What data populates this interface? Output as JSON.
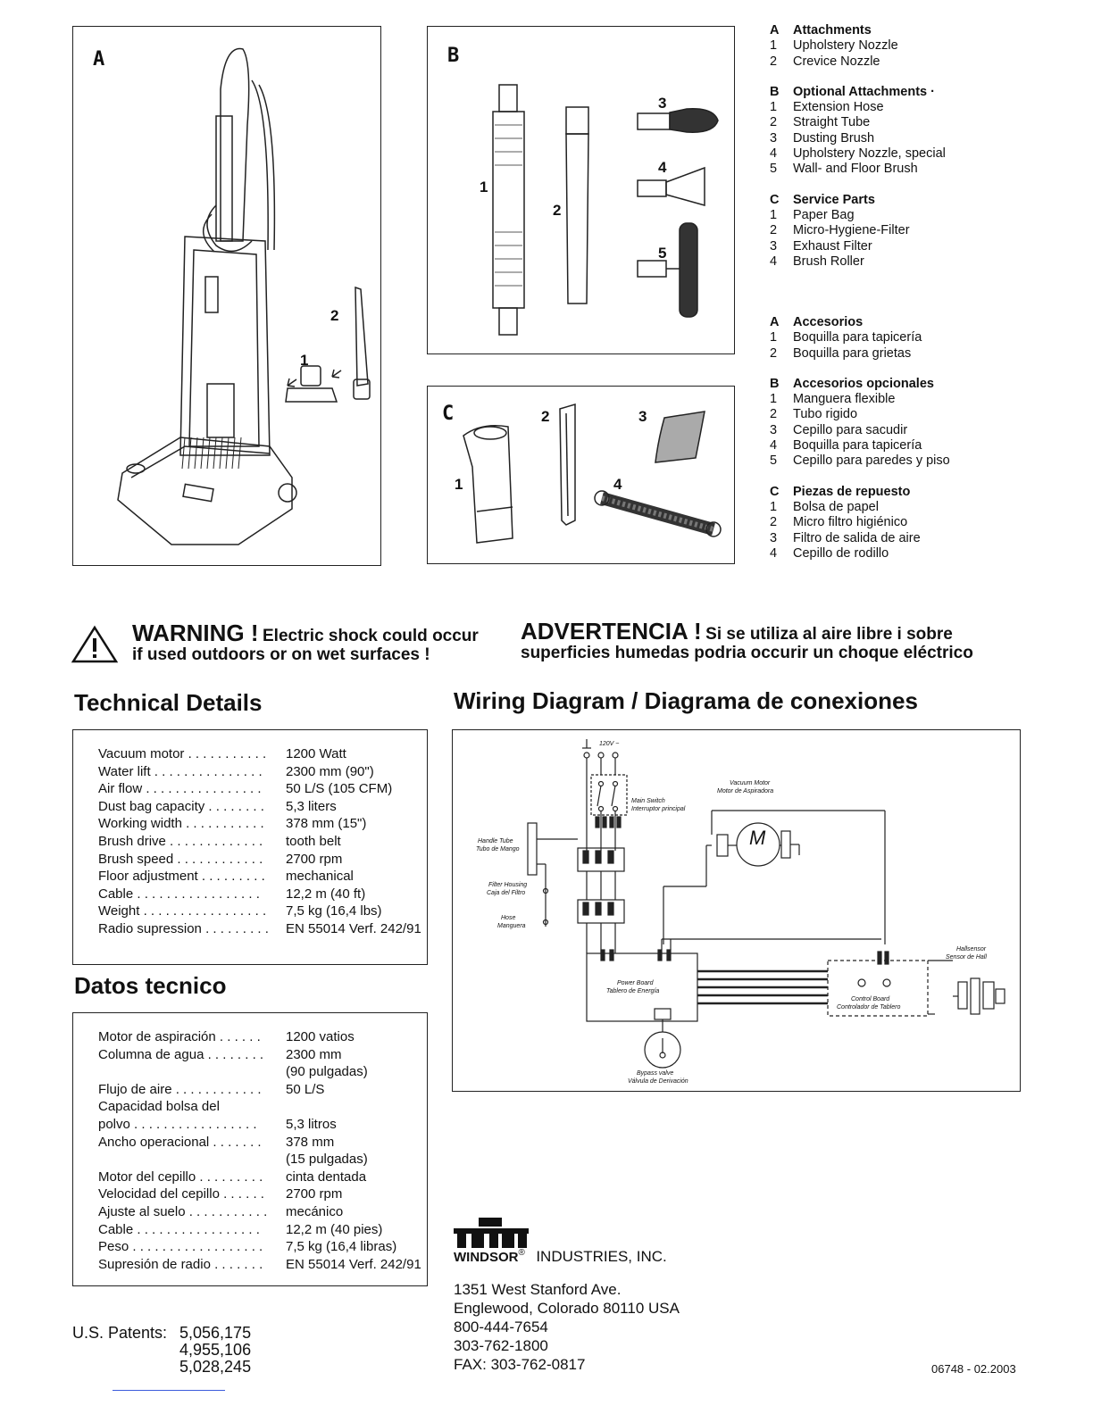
{
  "panels": {
    "a": {
      "letter": "A",
      "callouts": [
        "1",
        "2"
      ]
    },
    "b": {
      "letter": "B",
      "callouts": [
        "1",
        "2",
        "3",
        "4",
        "5"
      ]
    },
    "c": {
      "letter": "C",
      "callouts": [
        "1",
        "2",
        "3",
        "4"
      ]
    }
  },
  "legend_en": [
    {
      "key": "A",
      "title": "Attachments",
      "items": [
        "Upholstery Nozzle",
        "Crevice Nozzle"
      ]
    },
    {
      "key": "B",
      "title": "Optional Attachments ·",
      "items": [
        "Extension Hose",
        "Straight Tube",
        "Dusting Brush",
        "Upholstery Nozzle, special",
        "Wall- and Floor Brush"
      ]
    },
    {
      "key": "C",
      "title": "Service Parts",
      "items": [
        "Paper Bag",
        "Micro-Hygiene-Filter",
        "Exhaust Filter",
        "Brush Roller"
      ]
    }
  ],
  "legend_es": [
    {
      "key": "A",
      "title": "Accesorios",
      "items": [
        "Boquilla para tapicería",
        "Boquilla para grietas"
      ]
    },
    {
      "key": "B",
      "title": "Accesorios opcionales",
      "items": [
        "Manguera flexible",
        "Tubo rigido",
        "Cepillo para sacudir",
        "Boquilla para tapicería",
        "Cepillo para paredes y piso"
      ]
    },
    {
      "key": "C",
      "title": "Piezas de repuesto",
      "items": [
        "Bolsa de papel",
        "Micro filtro higiénico",
        "Filtro de salida de aire",
        "Cepillo de rodillo"
      ]
    }
  ],
  "warning": {
    "en_big": "WARNING !",
    "en_line1": "Electric shock could occur",
    "en_line2": "if used outdoors or on wet surfaces !",
    "es_big": "ADVERTENCIA !",
    "es_line1": "Si se utiliza al aire libre i sobre",
    "es_line2": "superficies humedas podria occurir un choque eléctrico"
  },
  "technical": {
    "title": "Technical Details",
    "rows": [
      {
        "name": "Vacuum motor . . . . . . . . . . .",
        "value": "1200 Watt"
      },
      {
        "name": "Water lift . . . . . . . . . . . . . . .",
        "value": "2300 mm (90\")"
      },
      {
        "name": "Air flow . . . . . . . . . . . . . . . .",
        "value": "50 L/S (105 CFM)"
      },
      {
        "name": "Dust bag capacity . . . . . . . .",
        "value": "5,3 liters"
      },
      {
        "name": "Working width . . . . . . . . . . .",
        "value": "378 mm (15\")"
      },
      {
        "name": "Brush drive . . . . . . . . . . . . .",
        "value": "tooth belt"
      },
      {
        "name": "Brush speed . . . . . . . . . . . .",
        "value": "2700 rpm"
      },
      {
        "name": "Floor adjustment . . . . . . . . .",
        "value": "mechanical"
      },
      {
        "name": "Cable . . . . . . . . . . . . . . . . .",
        "value": "12,2 m (40 ft)"
      },
      {
        "name": "Weight . . . . . . . . . . . . . . . . .",
        "value": "7,5 kg (16,4 lbs)"
      },
      {
        "name": "Radio supression . . . . . . . . .",
        "value": "EN 55014 Verf. 242/91"
      }
    ]
  },
  "datos": {
    "title": "Datos tecnico",
    "rows": [
      {
        "name": "Motor de aspiración . . . . . .",
        "value": "1200 vatios"
      },
      {
        "name": "Columna de agua . . . . . . . .",
        "value": "2300 mm"
      },
      {
        "name": "",
        "value": "(90 pulgadas)"
      },
      {
        "name": "Flujo de aire . . . . . . . . . . . .",
        "value": "50 L/S"
      },
      {
        "name": "Capacidad bolsa del",
        "value": ""
      },
      {
        "name": "polvo . . . . . . . . . . . . . . . . .",
        "value": "5,3 litros"
      },
      {
        "name": "Ancho operacional . . . . . . .",
        "value": "378 mm"
      },
      {
        "name": "",
        "value": "(15 pulgadas)"
      },
      {
        "name": "Motor del cepillo . . . . . . . . .",
        "value": "cinta dentada"
      },
      {
        "name": "Velocidad del cepillo . . . . . .",
        "value": "2700 rpm"
      },
      {
        "name": "Ajuste al suelo . . . . . . . . . . .",
        "value": "mecánico"
      },
      {
        "name": "Cable . . . . . . . . . . . . . . . . .",
        "value": "12,2 m (40 pies)"
      },
      {
        "name": "Peso . . . . . . . . . . . . . . . . . .",
        "value": "7,5 kg (16,4 libras)"
      },
      {
        "name": "Supresión de radio . . . . . . .",
        "value": "EN 55014 Verf. 242/91"
      }
    ]
  },
  "wiring": {
    "title": "Wiring Diagram / Diagrama de conexiones",
    "labels": {
      "voltage": "120V ~",
      "main_switch": "Main Switch",
      "main_switch_es": "Interruptor principal",
      "vacuum_motor": "Vacuum Motor",
      "vacuum_motor_es": "Motor de Aspiradora",
      "handle_tube": "Handle Tube",
      "handle_tube_es": "Tubo de Mango",
      "filter_housing": "Filter Housing",
      "filter_housing_es": "Caja del Filtro",
      "hose": "Hose",
      "hose_es": "Manguera",
      "power_board": "Power Board",
      "power_board_es": "Tablero de Energía",
      "control_board": "Control Board",
      "control_board_es": "Controlador de Tablero",
      "hallsensor": "Hallsensor",
      "hallsensor_es": "Sensor de Hall",
      "bypass": "Bypass valve",
      "bypass_es": "Válvula de Derivación",
      "motor_symbol": "M"
    }
  },
  "company": {
    "brand": "WINDSOR",
    "reg": "®",
    "suffix": "INDUSTRIES, INC.",
    "address": [
      "1351 West Stanford Ave.",
      "Englewood, Colorado 80110 USA",
      "800-444-7654",
      "303-762-1800",
      "FAX:  303-762-0817"
    ]
  },
  "patents": {
    "label": "U.S. Patents:",
    "numbers": [
      "5,056,175",
      "4,955,106",
      "5,028,245"
    ]
  },
  "doc_code": "06748 - 02.2003"
}
